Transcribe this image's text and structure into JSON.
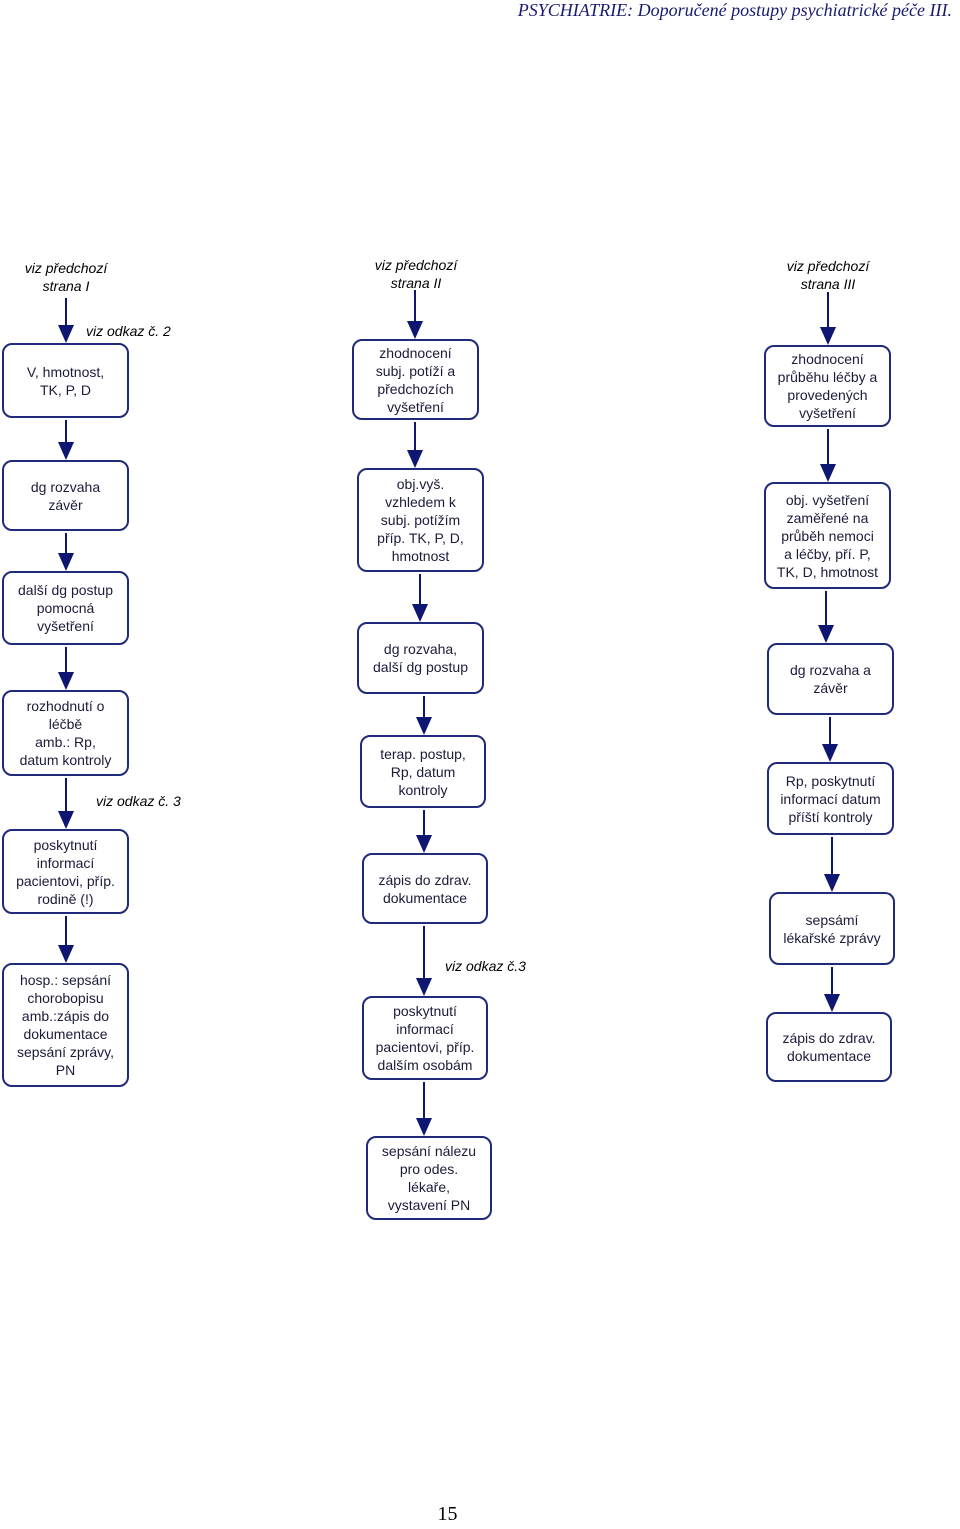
{
  "header": "PSYCHIATRIE: Doporučené postupy psychiatrické péče III.",
  "page_number": "15",
  "references": {
    "col1_top": "viz předchozí\nstrana I",
    "col2_top": "viz předchozí\nstrana II",
    "col3_top": "viz předchozí\nstrana III",
    "ref2": "viz odkaz č. 2",
    "ref3_left": "viz odkaz č. 3",
    "ref3_mid": "viz odkaz č.3"
  },
  "column1": [
    "V, hmotnost,\nTK, P, D",
    "dg rozvaha\nzávěr",
    "další dg postup\npomocná\nvyšetření",
    "rozhodnutí o\nléčbě\namb.: Rp,\ndatum kontroly",
    "poskytnutí\ninformací\npacientovi, příp.\nrodině (!)",
    "hosp.: sepsání\nchorobopisu\namb.:zápis do\ndokumentace\nsepsání zprávy,\nPN"
  ],
  "column2": [
    "zhodnocení\nsubj. potíží a\npředchozích\nvyšetření",
    "obj.vyš.\nvzhledem k\nsubj. potížím\npříp. TK, P, D,\nhmotnost",
    "dg rozvaha,\ndalší dg postup",
    "terap. postup,\nRp, datum\nkontroly",
    "zápis do zdrav.\ndokumentace",
    "poskytnutí\ninformací\npacientovi, příp.\ndalším osobám",
    "sepsání nálezu\npro odes.\nlékaře,\nvystavení PN"
  ],
  "column3": [
    "zhodnocení\nprůběhu léčby a\nprovedených\nvyšetření",
    "obj. vyšetření\nzaměřené na\nprůběh nemoci\na léčby, pří. P,\nTK, D, hmotnost",
    "dg rozvaha a\nzávěr",
    "Rp, poskytnutí\ninformací datum\npříští kontroly",
    "sepsámí\nlékařské zprávy",
    "zápis do zdrav.\ndokumentace"
  ]
}
